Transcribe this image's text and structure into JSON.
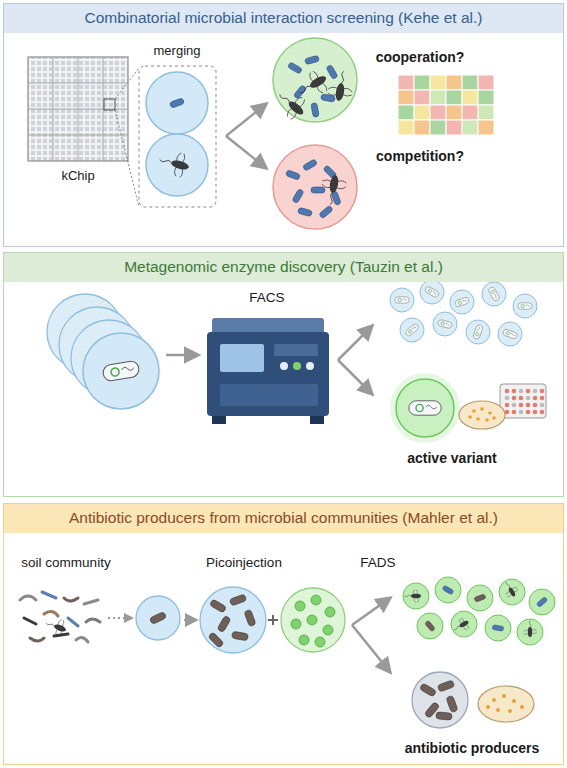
{
  "diagram": {
    "nodes": [
      {
        "text": [
          "Combinatorial microbial interaction screening (Kehe et al.)"
        ]
      },
      {
        "text": [
          "Metagenomic enzyme discovery (Tauzin et al.)"
        ]
      },
      {
        "text": [
          "Antibiotic producers from microbial communities (Mahler et al.)"
        ]
      }
    ],
    "labels": [
      "merging",
      "kChip",
      "cooperation?",
      "competition?",
      "FACS",
      "active variant",
      "soil community",
      "Picoinjection",
      "FADS",
      "antibiotic producers"
    ]
  }
}
